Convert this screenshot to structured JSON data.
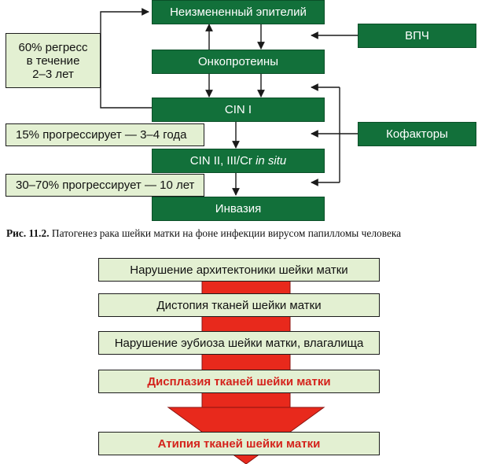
{
  "diagram1": {
    "nodes": {
      "epithelium": "Неизмененный эпителий",
      "oncoproteins": "Онкопротеины",
      "cin1": "CIN I",
      "cin2_prefix": "CIN II, III/Cr ",
      "cin2_italic": "in situ",
      "invasion": "Инвазия",
      "hpv": "ВПЧ",
      "cofactors": "Кофакторы"
    },
    "side_notes": {
      "regress": "60% регресс\nв течение\n2–3 лет",
      "progress_1": "15% прогрессирует — 3–4 года",
      "progress_2": "30–70% прогрессирует — 10 лет"
    }
  },
  "caption": {
    "label": "Рис. 11.2.",
    "text": " Патогенез рака шейки матки на фоне инфекции вирусом папилломы человека"
  },
  "diagram2": {
    "steps": [
      "Нарушение архитектоники шейки матки",
      "Дистопия тканей шейки матки",
      "Нарушение эубиоза шейки матки, влагалища",
      "Дисплазия тканей шейки матки",
      "Атипия тканей шейки матки"
    ],
    "highlight_color": "#d4231c",
    "arrow_color": "#e8291c"
  },
  "colors": {
    "node_green": "#12703a",
    "note_pale": "#e3f0d2"
  }
}
